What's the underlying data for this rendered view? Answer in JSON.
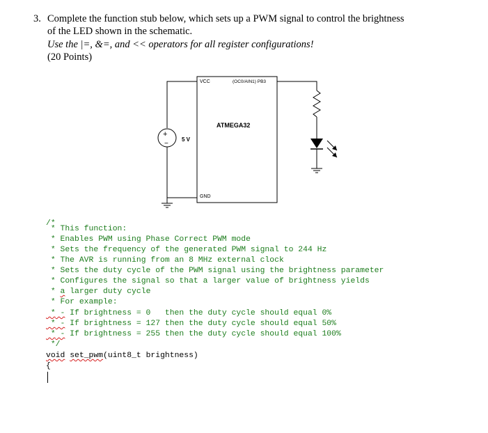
{
  "question": {
    "number": "3.",
    "line1": "Complete the function stub below, which sets up a PWM signal to control the brightness",
    "line2": "of the LED shown in the schematic.",
    "line3": "Use the |=, &=, and << operators for all register configurations!",
    "line4": "(20 Points)"
  },
  "schematic": {
    "chip_vcc": "VCC",
    "chip_pin": "(OC0/AIN1) PB3",
    "chip_name": "ATMEGA32",
    "chip_gnd": "GND",
    "source_label": "5 V",
    "source_plus": "+",
    "source_minus": "−"
  },
  "code": {
    "l1": "/*",
    "l2": " * This function:",
    "l3": " * Enables PWM using Phase Correct PWM mode",
    "l4": " * Sets the frequency of the generated PWM signal to 244 Hz",
    "l5": " * The AVR is running from an 8 MHz external clock",
    "l6": " * Sets the duty cycle of the PWM signal using the brightness parameter",
    "l7": " * Configures the signal so that a larger value of brightness yields",
    "l8_star": " * ",
    "l8_a": "a",
    "l8_rest": " larger duty cycle",
    "l9": " * For example:",
    "l10_star": " *",
    "l10_dash": " -",
    "l10_rest": " If brightness = 0   then the duty cycle should equal 0%",
    "l11_star": " *",
    "l11_dash": " -",
    "l11_rest": " If brightness = 127 then the duty cycle should equal 50%",
    "l12_star": " *",
    "l12_dash": " -",
    "l12_rest": " If brightness = 255 then the duty cycle should equal 100%",
    "l13": " */",
    "sig_void": "void",
    "sig_space": " ",
    "sig_fn": "set_pwm",
    "sig_rest": "(uint8_t brightness)",
    "brace": "{"
  }
}
